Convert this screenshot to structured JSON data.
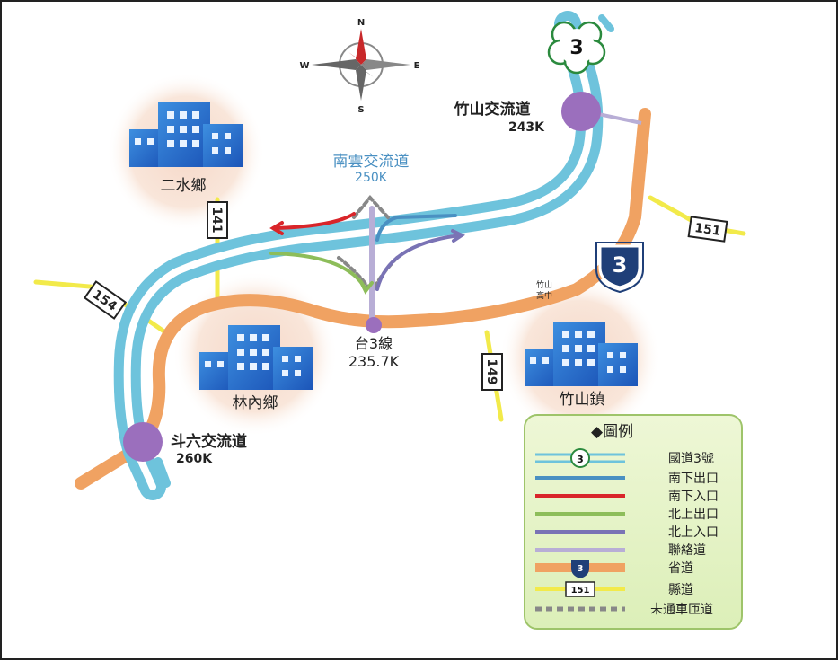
{
  "compass": {
    "n": "N",
    "s": "S",
    "e": "E",
    "w": "W"
  },
  "freeway_number": "3",
  "provincial_number": "3",
  "interchanges": {
    "zhushan": {
      "name": "竹山交流道",
      "km": "243K"
    },
    "nanyun": {
      "name": "南雲交流道",
      "km": "250K"
    },
    "douliu": {
      "name": "斗六交流道",
      "km": "260K"
    },
    "tai3": {
      "name": "台3線",
      "km": "235.7K"
    }
  },
  "places": {
    "ershui": "二水鄉",
    "linnei": "林內鄉",
    "zhushan_town": "竹山鎮",
    "zhushan_high_line1": "竹山",
    "zhushan_high_line2": "高中"
  },
  "county_roads": [
    "141",
    "154",
    "149",
    "151"
  ],
  "legend": {
    "title": "◆圖例",
    "items": [
      {
        "label": "國道3號",
        "color": "#6ec3dc"
      },
      {
        "label": "南下出口",
        "color": "#4a90c2"
      },
      {
        "label": "南下入口",
        "color": "#d9252a"
      },
      {
        "label": "北上出口",
        "color": "#8dbd5a"
      },
      {
        "label": "北上入口",
        "color": "#7a73b5"
      },
      {
        "label": "聯絡道",
        "color": "#b8aed6"
      },
      {
        "label": "省道",
        "color": "#f0a262"
      },
      {
        "label": "縣道",
        "color": "#f2ea4a"
      },
      {
        "label": "未通車匝道",
        "color": "#888888"
      }
    ],
    "freeway_shield": "3",
    "provincial_shield": "3",
    "county_shield": "151"
  }
}
